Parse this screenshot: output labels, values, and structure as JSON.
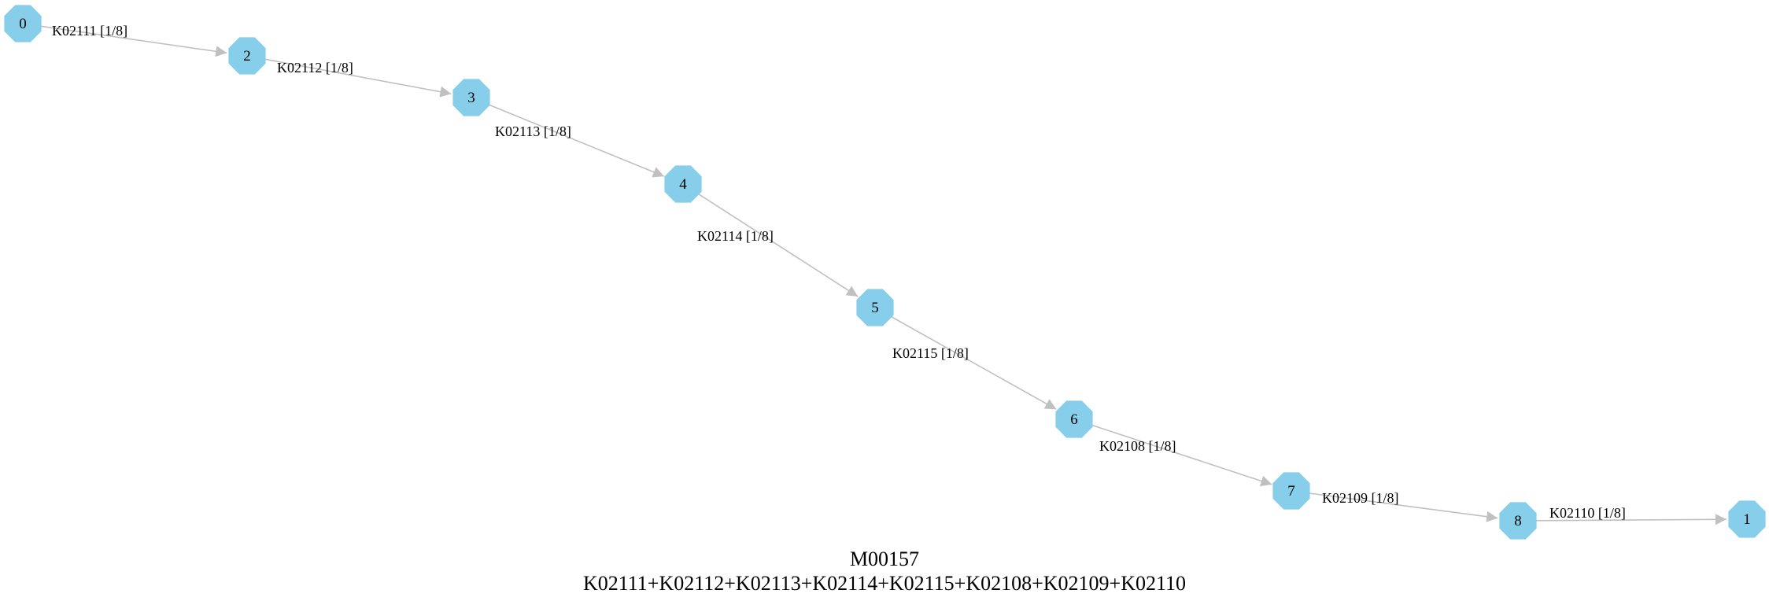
{
  "module": {
    "id": "M00157",
    "definition": "K02111+K02112+K02113+K02114+K02115+K02108+K02109+K02110"
  },
  "colors": {
    "node_fill": "#87ceeb",
    "edge_stroke": "#c0c0c0",
    "text": "#000000"
  },
  "node_shape": "octagon",
  "nodes": [
    {
      "id": "0",
      "label": "0"
    },
    {
      "id": "2",
      "label": "2"
    },
    {
      "id": "3",
      "label": "3"
    },
    {
      "id": "4",
      "label": "4"
    },
    {
      "id": "5",
      "label": "5"
    },
    {
      "id": "6",
      "label": "6"
    },
    {
      "id": "7",
      "label": "7"
    },
    {
      "id": "8",
      "label": "8"
    },
    {
      "id": "1",
      "label": "1"
    }
  ],
  "edges": [
    {
      "from": "0",
      "to": "2",
      "label": "K02111 [1/8]"
    },
    {
      "from": "2",
      "to": "3",
      "label": "K02112 [1/8]"
    },
    {
      "from": "3",
      "to": "4",
      "label": "K02113 [1/8]"
    },
    {
      "from": "4",
      "to": "5",
      "label": "K02114 [1/8]"
    },
    {
      "from": "5",
      "to": "6",
      "label": "K02115 [1/8]"
    },
    {
      "from": "6",
      "to": "7",
      "label": "K02108 [1/8]"
    },
    {
      "from": "7",
      "to": "8",
      "label": "K02109 [1/8]"
    },
    {
      "from": "8",
      "to": "1",
      "label": "K02110 [1/8]"
    }
  ]
}
